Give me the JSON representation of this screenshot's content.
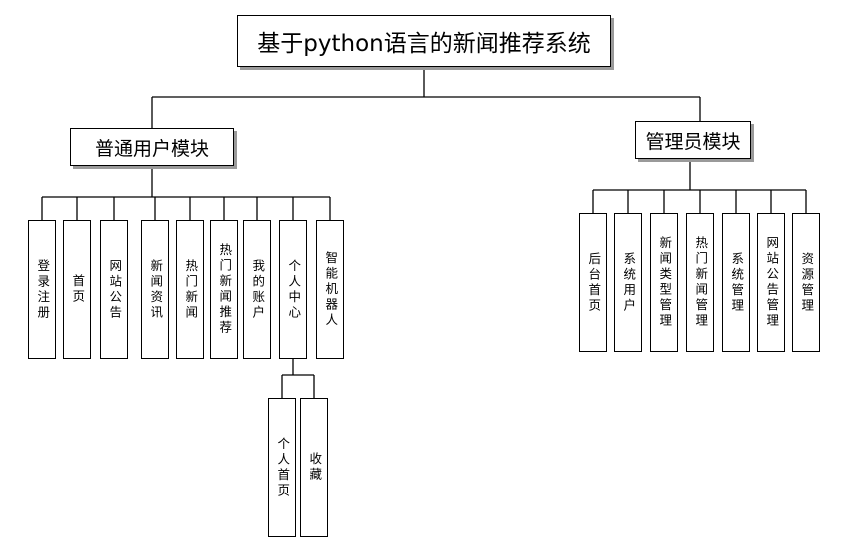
{
  "diagram": {
    "root": "基于python语言的新闻推荐系统",
    "user_module": {
      "title": "普通用户模块",
      "children": [
        "登录注册",
        "首页",
        "网站公告",
        "新闻资讯",
        "热门新闻",
        "热门新闻推荐",
        "我的账户",
        "个人中心",
        "智能机器人"
      ],
      "personal_center_children": [
        "个人首页",
        "收藏"
      ]
    },
    "admin_module": {
      "title": "管理员模块",
      "children": [
        "后台首页",
        "系统用户",
        "新闻类型管理",
        "热门新闻管理",
        "系统管理",
        "网站公告管理",
        "资源管理"
      ]
    }
  }
}
